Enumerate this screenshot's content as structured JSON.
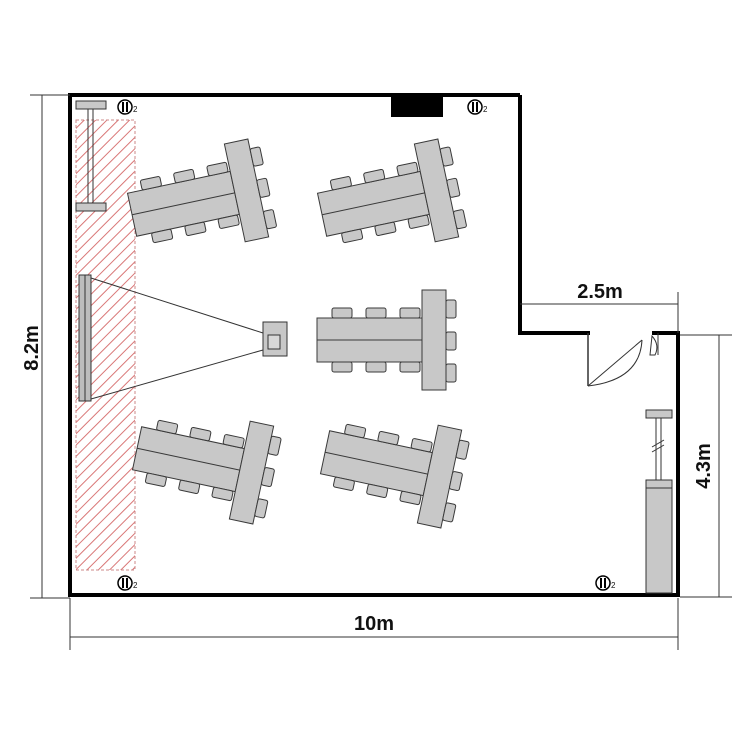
{
  "dimensions": {
    "width": "10m",
    "height": "8.2m",
    "notch": "2.5m",
    "right_wall": "4.3m"
  },
  "outlet_label": "2",
  "colors": {
    "wall": "#000000",
    "furniture": "#c8c8c8",
    "furniture_stroke": "#3a3a3a",
    "hatch": "#d97777"
  }
}
